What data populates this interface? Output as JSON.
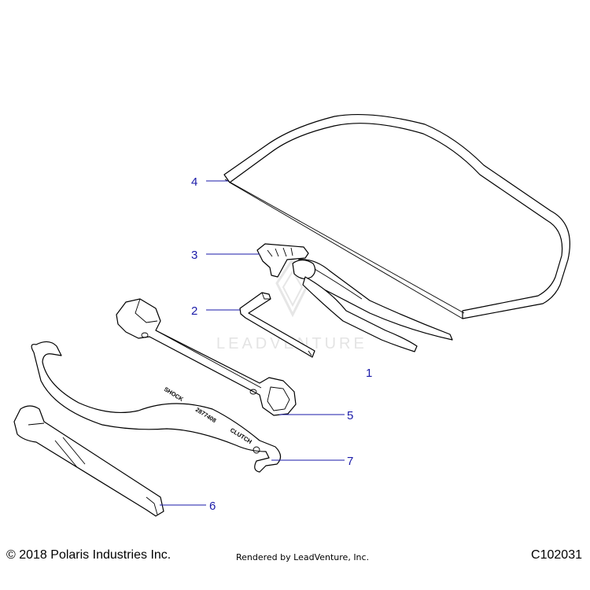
{
  "diagram": {
    "callouts": [
      {
        "id": "1",
        "label": "1"
      },
      {
        "id": "2",
        "label": "2"
      },
      {
        "id": "3",
        "label": "3"
      },
      {
        "id": "4",
        "label": "4"
      },
      {
        "id": "5",
        "label": "5"
      },
      {
        "id": "6",
        "label": "6"
      },
      {
        "id": "7",
        "label": "7"
      }
    ],
    "wrench_etching": [
      "SHOCK",
      "2877408",
      "CLUTCH"
    ],
    "watermark": "LEADVENTURE"
  },
  "footer": {
    "copyright": "© 2018 Polaris Industries Inc.",
    "rendered_by": "Rendered by LeadVenture, Inc.",
    "code": "C102031"
  },
  "colors": {
    "callout": "#1a1aa8",
    "line": "#000000",
    "watermark": "#e4e4e4"
  }
}
